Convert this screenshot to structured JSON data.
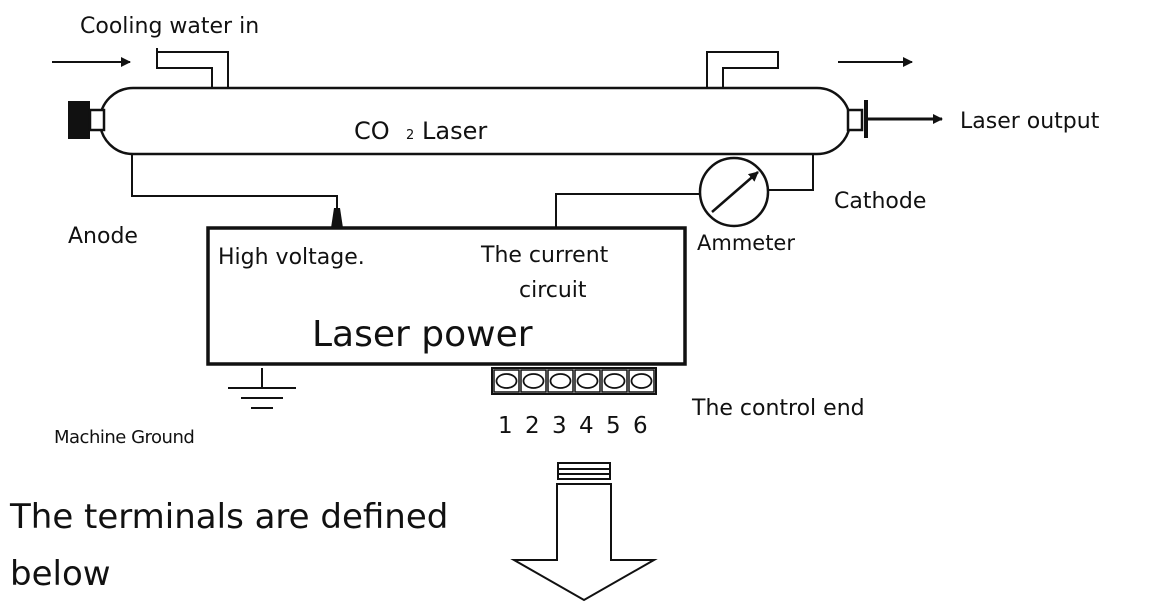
{
  "labels": {
    "cooling_water_in": "Cooling water in",
    "co2": "CO",
    "co2_sub": "2",
    "laser": "Laser",
    "laser_output": "Laser output",
    "cathode": "Cathode",
    "anode": "Anode",
    "ammeter": "Ammeter",
    "high_voltage": "High voltage.",
    "current_circuit_line1": "The current",
    "current_circuit_line2": "circuit",
    "laser_power": "Laser power",
    "machine_ground": "Machine Ground",
    "control_end": "The control end",
    "terminals_line1": "The terminals are defined",
    "terminals_line2": "below"
  },
  "terminals": [
    "1",
    "2",
    "3",
    "4",
    "5",
    "6"
  ]
}
